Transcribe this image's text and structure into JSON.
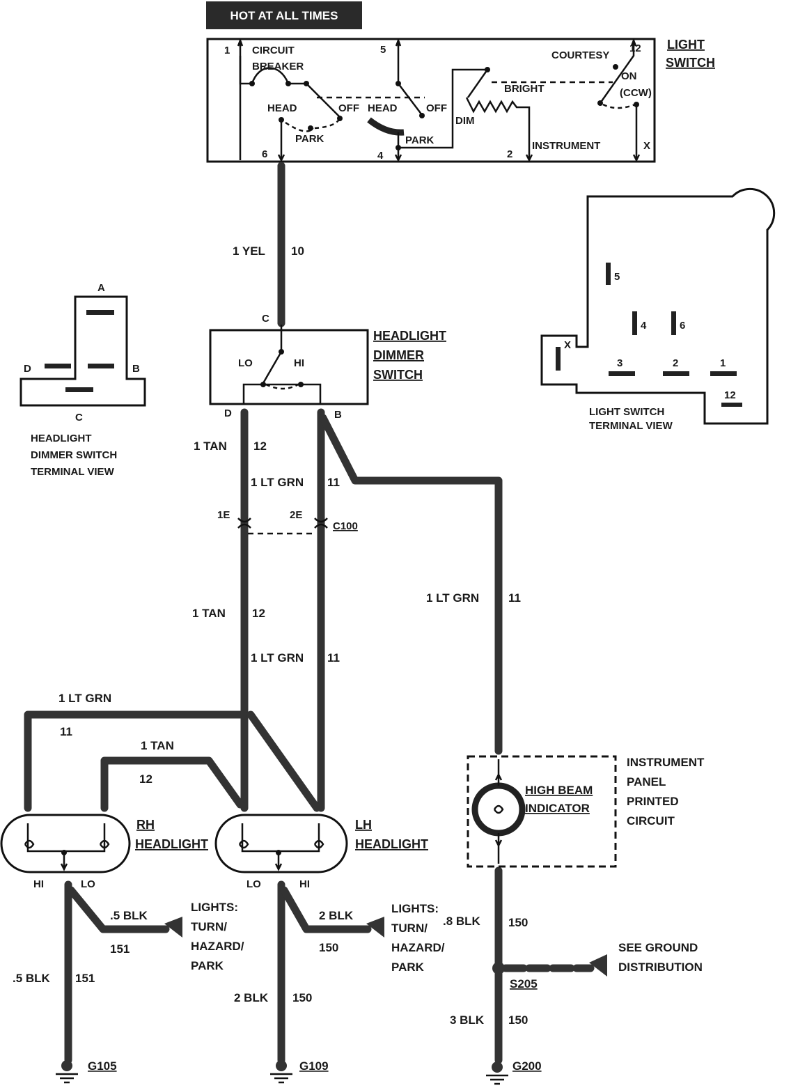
{
  "banner": "HOT AT ALL TIMES",
  "light_switch": {
    "title_line1": "LIGHT",
    "title_line2": "SWITCH",
    "labels": {
      "circuit": "CIRCUIT",
      "breaker": "BREAKER",
      "head_left": "HEAD",
      "off_left": "OFF",
      "park_left": "PARK",
      "head_mid": "HEAD",
      "off_mid": "OFF",
      "park_mid": "PARK",
      "courtesy": "COURTESY",
      "on": "ON",
      "ccw": "(CCW)",
      "bright": "BRIGHT",
      "dim": "DIM",
      "instrument": "INSTRUMENT"
    },
    "terminals": {
      "t1": "1",
      "t5": "5",
      "t12": "12",
      "t6": "6",
      "t4": "4",
      "t2": "2",
      "tx": "X"
    }
  },
  "light_switch_terminal_view": {
    "caption_line1": "LIGHT SWITCH",
    "caption_line2": "TERMINAL VIEW",
    "pins": {
      "p5": "5",
      "p4": "4",
      "p6": "6",
      "px": "X",
      "p3": "3",
      "p2": "2",
      "p1": "1",
      "p12": "12"
    }
  },
  "dimmer_switch": {
    "title_line1": "HEADLIGHT",
    "title_line2": "DIMMER",
    "title_line3": "SWITCH",
    "lo": "LO",
    "hi": "HI",
    "pin_c": "C",
    "pin_d": "D",
    "pin_b": "B"
  },
  "dimmer_terminal_view": {
    "caption_line1": "HEADLIGHT",
    "caption_line2": "DIMMER SWITCH",
    "caption_line3": "TERMINAL VIEW",
    "pins": {
      "a": "A",
      "b": "B",
      "c": "C",
      "d": "D"
    }
  },
  "wires": {
    "yel_color": "1 YEL",
    "yel_circuit": "10",
    "tan_color_1": "1 TAN",
    "tan_circuit_1": "12",
    "ltgrn_color_1": "1 LT GRN",
    "ltgrn_circuit_1": "11",
    "tan_color_2": "1 TAN",
    "tan_circuit_2": "12",
    "ltgrn_color_2": "1 LT GRN",
    "ltgrn_circuit_2": "11",
    "ltgrn_color_3": "1 LT GRN",
    "ltgrn_circuit_3": "11",
    "ltgrn_color_4": "1 LT GRN",
    "ltgrn_circuit_4": "11",
    "tan_color_3": "1 TAN",
    "tan_circuit_3": "12"
  },
  "connector": {
    "name": "C100",
    "pin1": "1E",
    "pin2": "2E"
  },
  "rh_headlight": {
    "title_line1": "RH",
    "title_line2": "HEADLIGHT",
    "hi": "HI",
    "lo": "LO"
  },
  "lh_headlight": {
    "title_line1": "LH",
    "title_line2": "HEADLIGHT",
    "lo": "LO",
    "hi": "HI"
  },
  "instrument_panel": {
    "line1": "INSTRUMENT",
    "line2": "PANEL",
    "line3": "PRINTED",
    "line4": "CIRCUIT",
    "indicator_line1": "HIGH BEAM",
    "indicator_line2": "INDICATOR"
  },
  "grounds": {
    "rh_branch_color": ".5 BLK",
    "rh_branch_circuit": "151",
    "rh_main_color": ".5 BLK",
    "rh_main_circuit": "151",
    "rh_ground": "G105",
    "lh_branch_color": "2 BLK",
    "lh_branch_circuit": "150",
    "lh_main_color": "2 BLK",
    "lh_main_circuit": "150",
    "lh_ground": "G109",
    "ip_color": ".8 BLK",
    "ip_circuit": "150",
    "splice": "S205",
    "ip_lower_color": "3 BLK",
    "ip_lower_circuit": "150",
    "ip_ground": "G200"
  },
  "notes": {
    "rh_lights_1": "LIGHTS:",
    "rh_lights_2": "TURN/",
    "rh_lights_3": "HAZARD/",
    "rh_lights_4": "PARK",
    "lh_lights_1": "LIGHTS:",
    "lh_lights_2": "TURN/",
    "lh_lights_3": "HAZARD/",
    "lh_lights_4": "PARK",
    "ground_dist_1": "SEE GROUND",
    "ground_dist_2": "DISTRIBUTION"
  }
}
